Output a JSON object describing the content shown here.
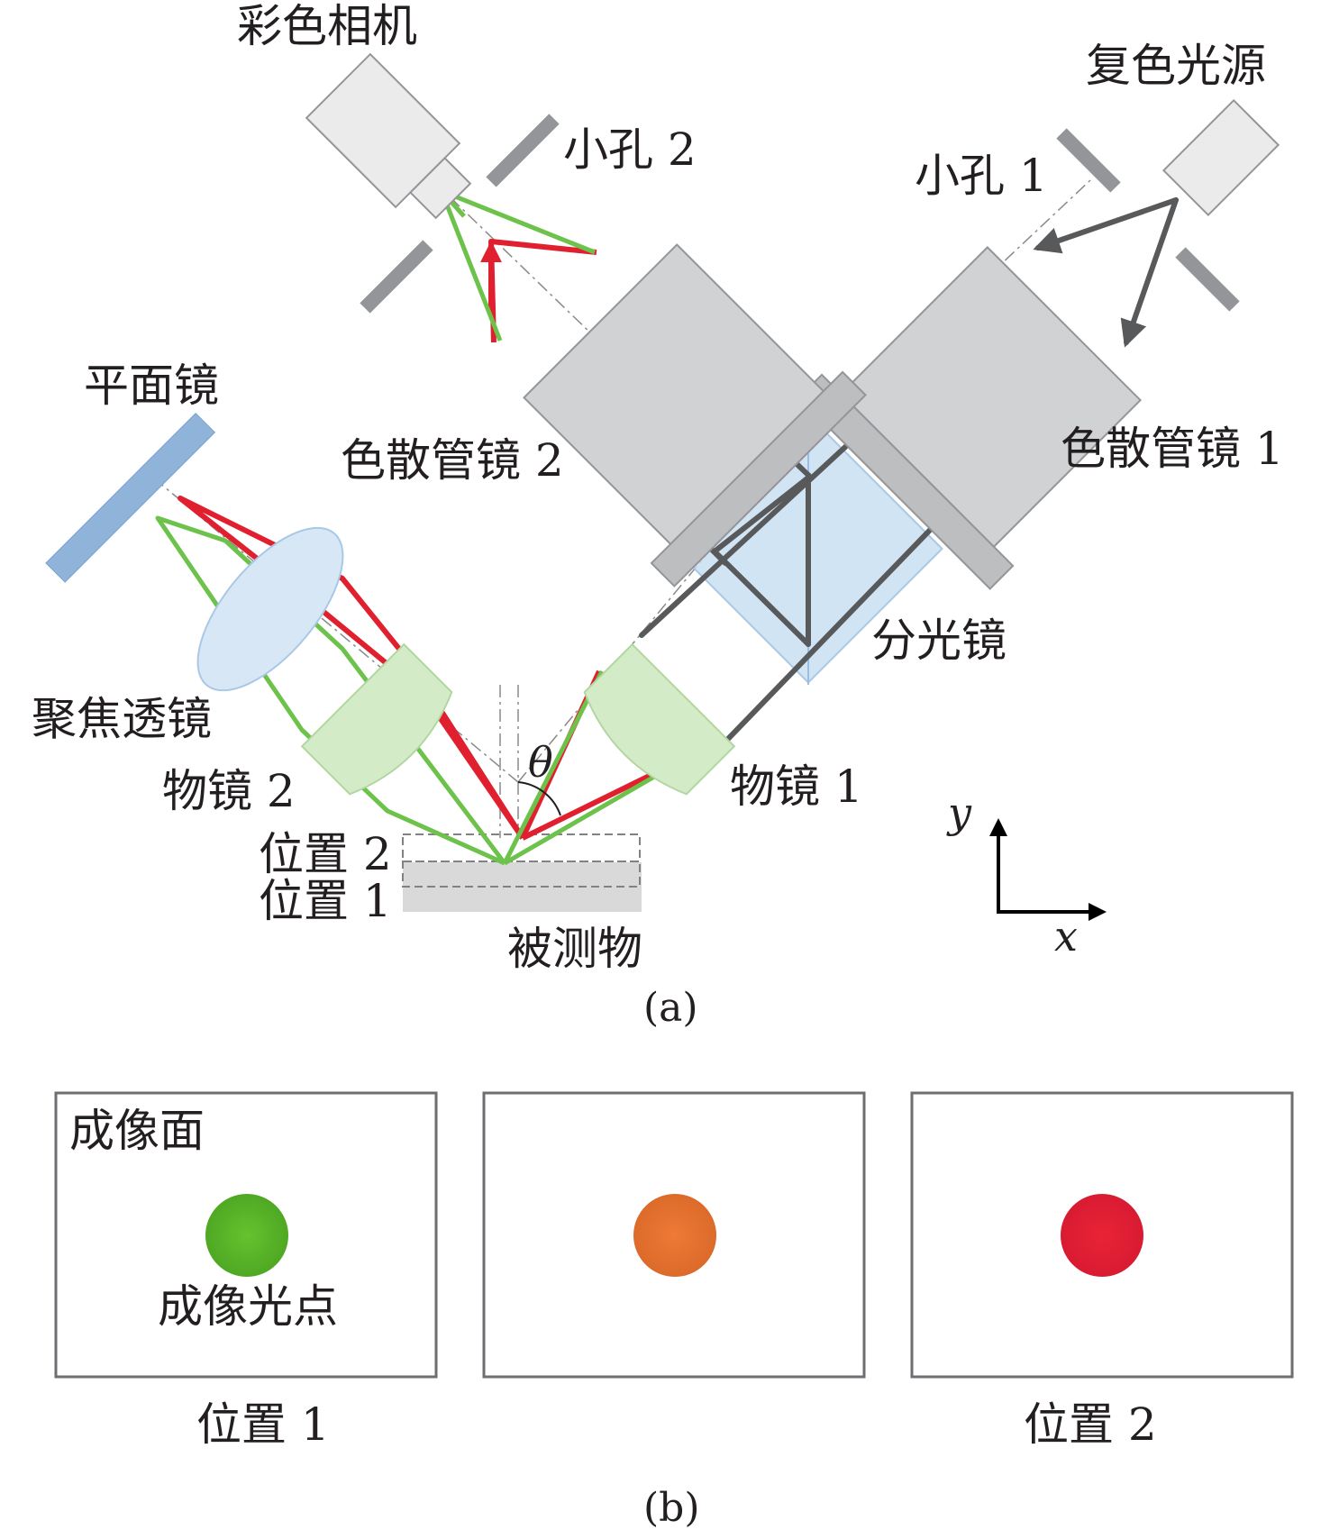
{
  "panel_a": {
    "caption": "(a)",
    "labels": {
      "color_camera": "彩色相机",
      "pinhole_2": "小孔 2",
      "broadband_source": "复色光源",
      "pinhole_1": "小孔 1",
      "plane_mirror": "平面镜",
      "dispersive_tube_lens_2": "色散管镜 2",
      "dispersive_tube_lens_1": "色散管镜 1",
      "beam_splitter": "分光镜",
      "focusing_lens": "聚焦透镜",
      "objective_2": "物镜 2",
      "objective_1": "物镜 1",
      "position_2": "位置 2",
      "position_1": "位置 1",
      "measured_object": "被测物",
      "theta": "θ",
      "axis_x": "x",
      "axis_y": "y"
    }
  },
  "panel_b": {
    "caption": "(b)",
    "imaging_plane": "成像面",
    "imaging_spot": "成像光点",
    "frames": [
      {
        "spot_color": "#5cb82a",
        "label": "位置 1"
      },
      {
        "spot_color": "#e87230",
        "label": ""
      },
      {
        "spot_color": "#e41f37",
        "label": "位置 2"
      }
    ]
  },
  "colors": {
    "green_ray": "#6cc24a",
    "red_ray": "#e0202e",
    "gray_ray": "#58595b",
    "lens_gray": "#d1d2d4",
    "objective_green": "#d4ebc8",
    "splitter_blue": "#c9dff2",
    "mirror_blue": "#8fb3d9"
  }
}
